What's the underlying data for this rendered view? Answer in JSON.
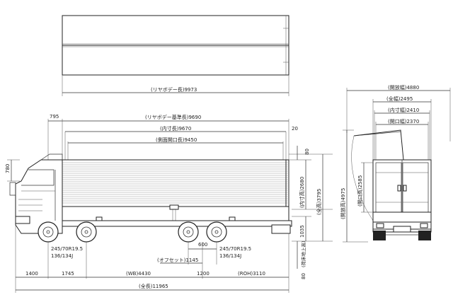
{
  "labels": {
    "top_body_length": "(リヤボデー長)9973",
    "side_body_base_length": "(リヤボデー基準長)9690",
    "front_overhang_left": "795",
    "inner_length": "(内寸長)9670",
    "rear_20": "20",
    "side_open_length": "(側面開口長)9450",
    "cab_height_780": "780",
    "roof_80": "80",
    "inner_height": "(内寸高)2680",
    "overall_height": "(全高)3795",
    "floor_1035": "1035",
    "floor_height_label": "(荷床地上高)",
    "floor_80": "80",
    "tire_front_1": "245/70R19.5",
    "tire_front_2": "136/134J",
    "tire_rear_1": "245/70R19.5",
    "tire_rear_2": "136/134J",
    "offset": "(オフセット)1145",
    "dim_600": "600",
    "dim_1400": "1400",
    "dim_1745": "1745",
    "wheelbase": "(WB)4430",
    "dim_1200": "1200",
    "roh": "(ROH)3110",
    "overall_length": "(全長)11965",
    "open_width": "(開放幅)4880",
    "overall_width": "(全幅)2495",
    "inner_width": "(内寸幅)2410",
    "door_width": "(開口幅)2370",
    "open_height": "(開放高)4975",
    "door_height": "(開口高)2585"
  }
}
